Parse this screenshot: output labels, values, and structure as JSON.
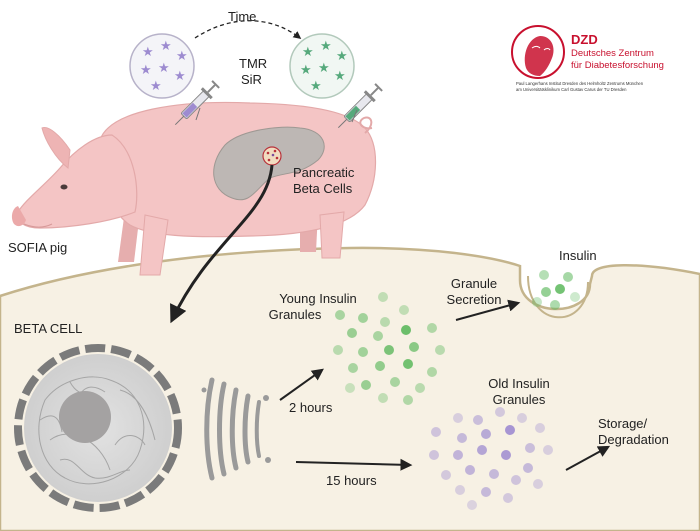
{
  "labels": {
    "time": "Time",
    "tmr": "TMR",
    "sir": "SiR",
    "pancreatic": "Pancreatic",
    "beta_cells": "Beta Cells",
    "sofia_pig": "SOFIA pig",
    "beta_cell": "BETA CELL",
    "insulin": "Insulin",
    "young_1": "Young Insulin",
    "young_2": "Granules",
    "granule_1": "Granule",
    "granule_2": "Secretion",
    "two_hours": "2 hours",
    "old_1": "Old Insulin",
    "old_2": "Granules",
    "storage_1": "Storage/",
    "storage_2": "Degradation",
    "fifteen_hours": "15 hours"
  },
  "logo": {
    "abbr": "DZD",
    "name_1": "Deutsches Zentrum",
    "name_2": "für Diabetesforschung",
    "sub_1": "Paul Langerhans Institut Dresden des Helmholtz Zentrums München",
    "sub_2": "am Universitätsklinikum Carl Gustav Carus der TU Dresden"
  },
  "colors": {
    "cell_fill": "#f7f1e4",
    "pig": "#f4c5c5",
    "pancreas": "#bdb7b4",
    "young_granule": "#5cb85c",
    "old_granule": "#9d8bd0",
    "logo_red": "#c8102e",
    "arrow": "#222222"
  }
}
